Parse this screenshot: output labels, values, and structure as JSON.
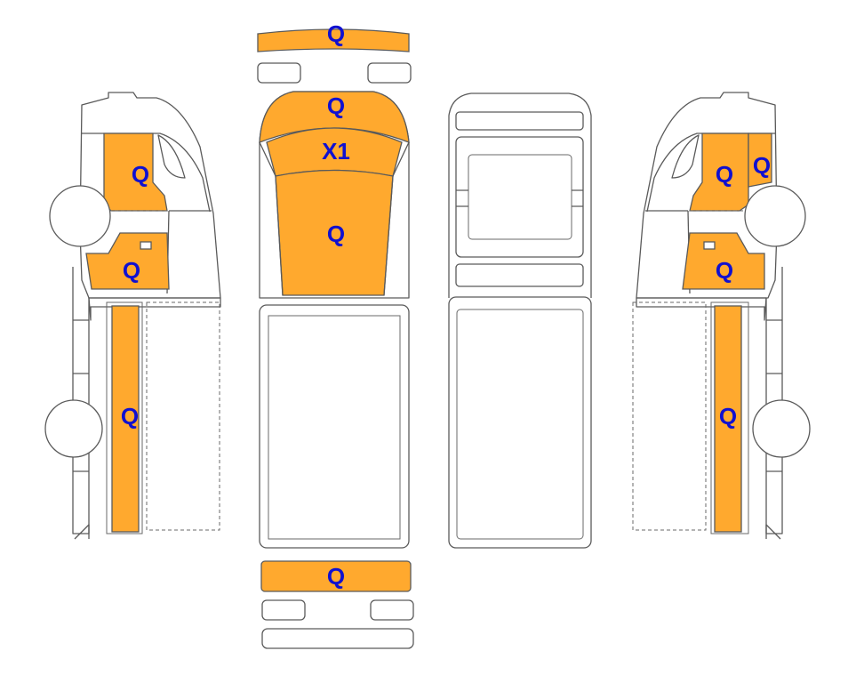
{
  "diagram": {
    "panel_color": "#FFA92E",
    "label_color": "#1010D0",
    "outline_color": "#5A5A5A",
    "views": [
      {
        "name": "left-side",
        "labels": [
          "Q",
          "Q",
          "Q"
        ]
      },
      {
        "name": "top",
        "labels": [
          "Q",
          "Q",
          "X1",
          "Q",
          "Q"
        ]
      },
      {
        "name": "underside",
        "labels": []
      },
      {
        "name": "right-side",
        "labels": [
          "Q",
          "Q",
          "Q",
          "Q"
        ]
      }
    ]
  }
}
